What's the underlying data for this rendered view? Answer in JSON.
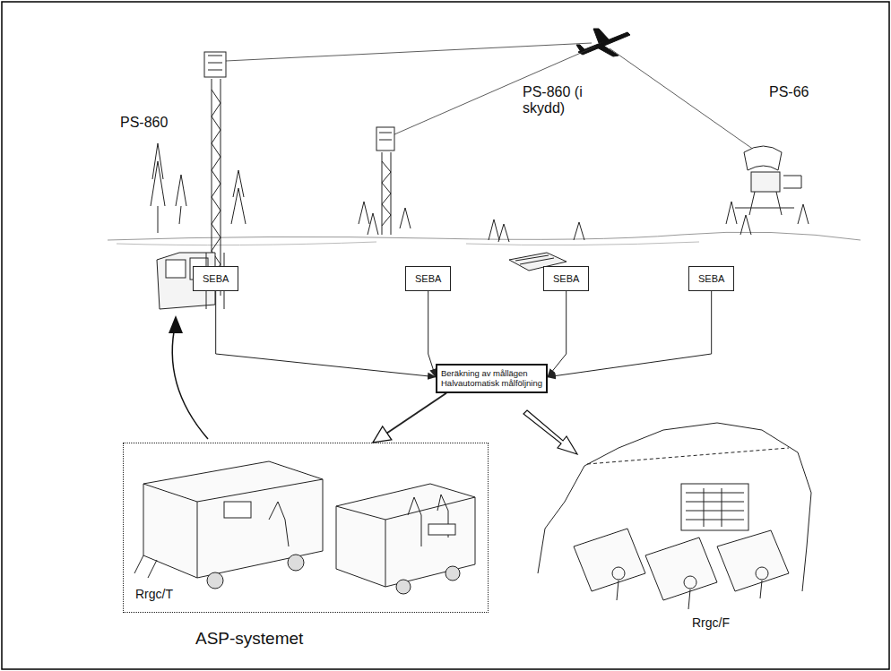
{
  "diagram": {
    "nodes": [
      {
        "text": [
          "SEBA"
        ]
      },
      {
        "text": [
          "SEBA"
        ]
      },
      {
        "text": [
          "SEBA"
        ]
      },
      {
        "text": [
          "SEBA"
        ]
      },
      {
        "text": [
          "Beräkning av mållägen",
          "Halvautomatisk målföljning"
        ]
      },
      {
        "text": [
          "Rrgc/T"
        ]
      }
    ],
    "edges": [
      {
        "from": 0,
        "to": 4,
        "arrow": "to"
      },
      {
        "from": 1,
        "to": 4,
        "arrow": "to"
      },
      {
        "from": 2,
        "to": 4,
        "arrow": "to"
      },
      {
        "from": 3,
        "to": 4,
        "arrow": "to"
      },
      {
        "from": 4,
        "to": 5,
        "arrow": "to"
      }
    ],
    "labels": [
      "PS-860",
      "PS-860 (i skydd)",
      "PS-66",
      "ASP-systemet",
      "Rrgc/F"
    ]
  }
}
